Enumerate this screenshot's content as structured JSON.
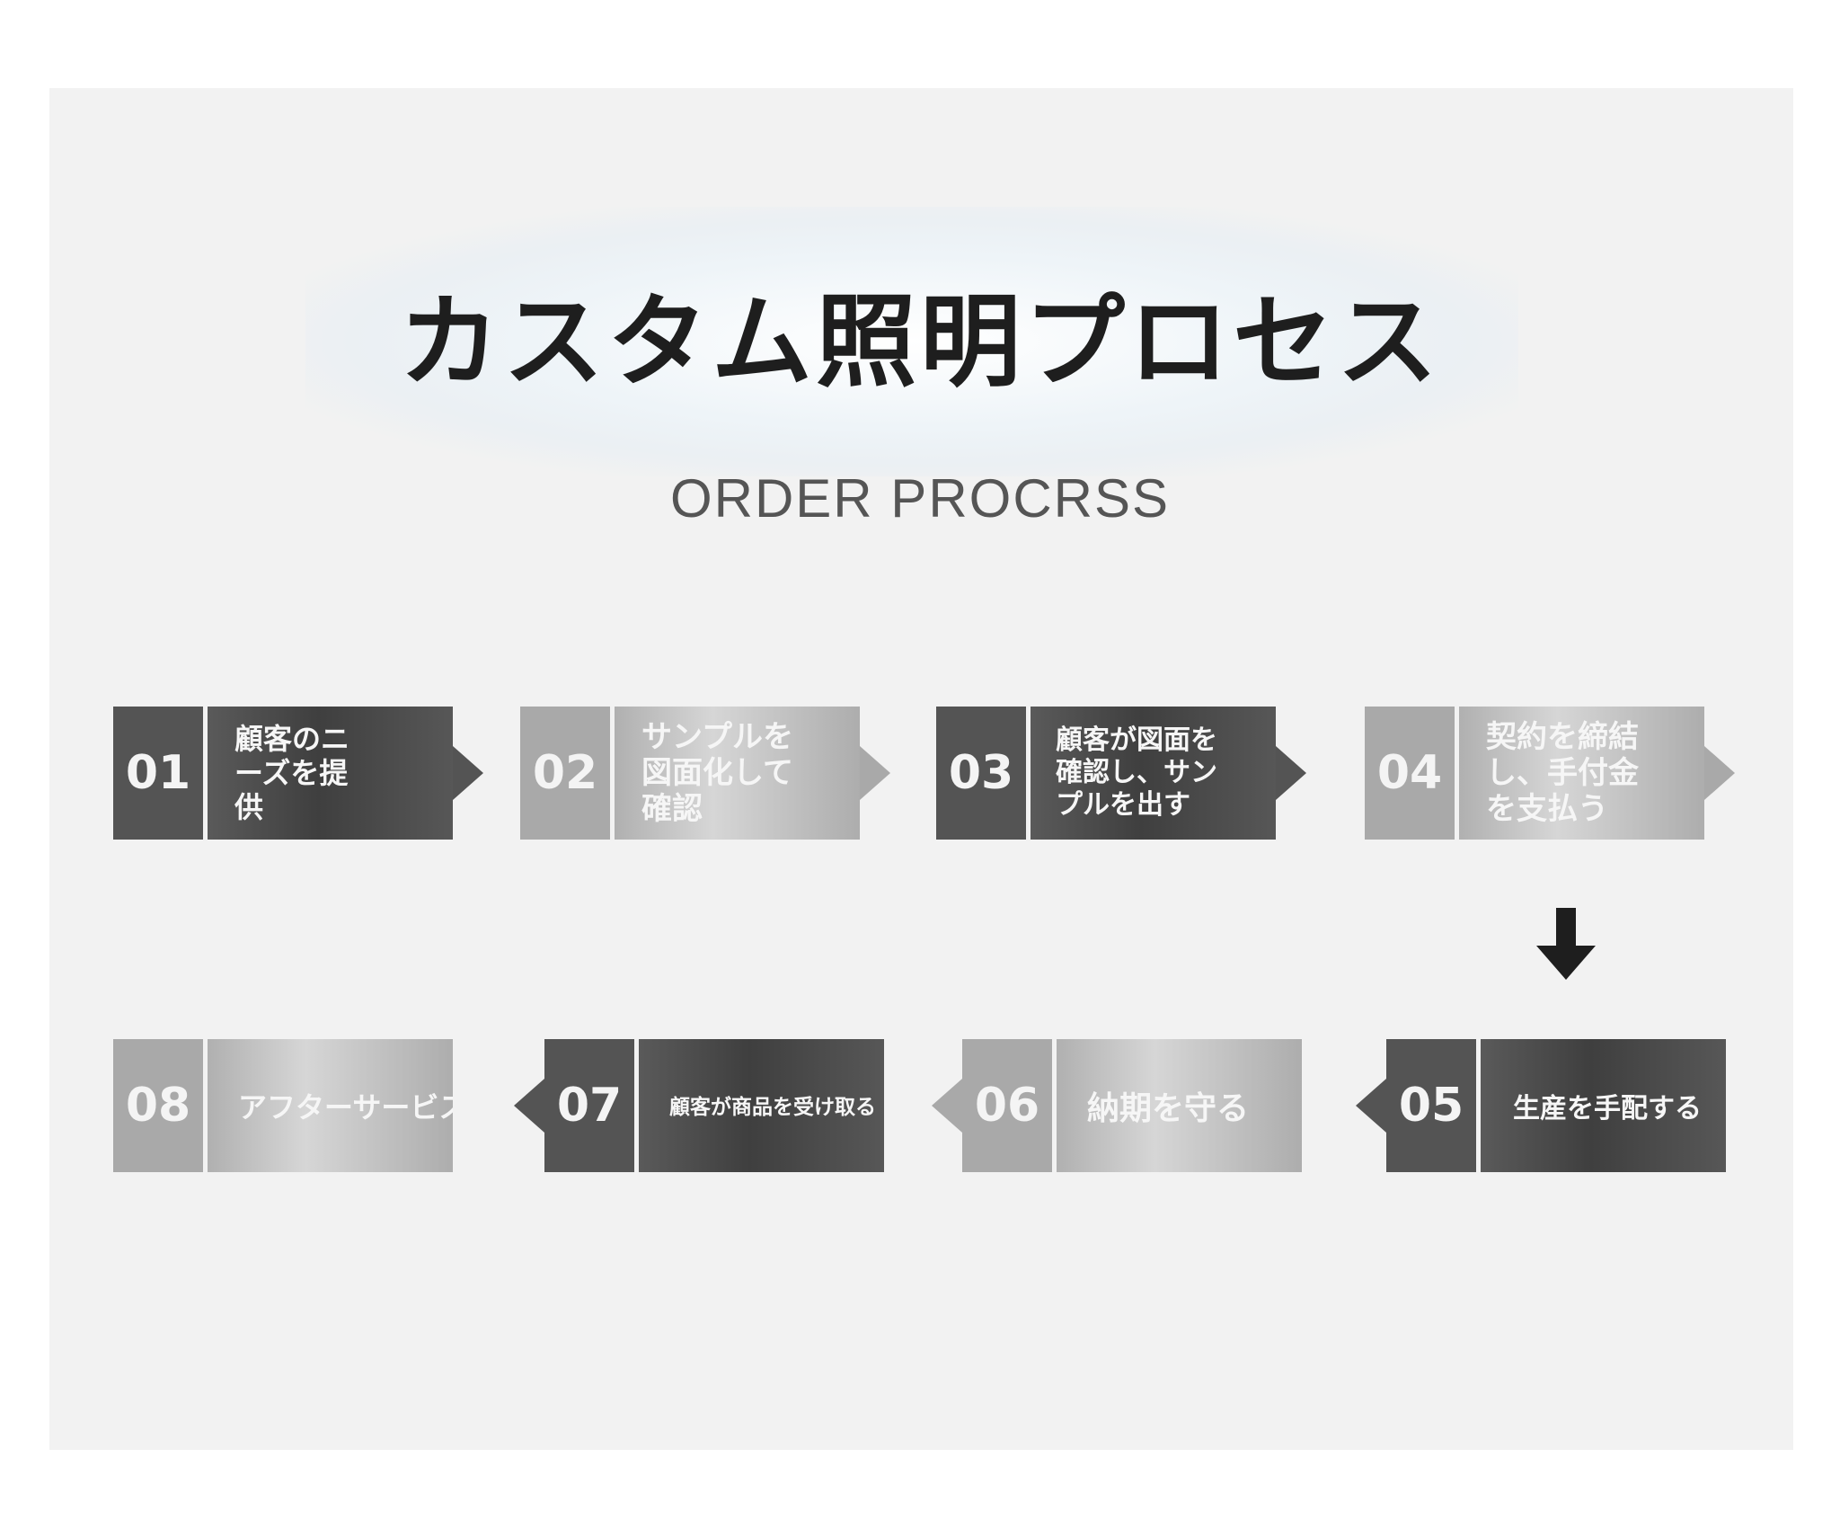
{
  "title": "カスタム照明プロセス",
  "subtitle": "ORDER PROCRSS",
  "steps": [
    {
      "number": "01",
      "label": "顧客のニーズを提供",
      "lines": [
        "顧客のニ",
        "ーズを提",
        "供"
      ]
    },
    {
      "number": "02",
      "label": "サンプルを図面化して確認",
      "lines": [
        "サンプルを",
        "図面化して",
        "確認"
      ]
    },
    {
      "number": "03",
      "label": "顧客が図面を確認し、サンプルを出す",
      "lines": [
        "顧客が図面を",
        "確認し、サン",
        "プルを出す"
      ]
    },
    {
      "number": "04",
      "label": "契約を締結し、手付金を支払う",
      "lines": [
        "契約を締結",
        "し、手付金",
        "を支払う"
      ]
    },
    {
      "number": "05",
      "label": "生産を手配する",
      "lines": [
        "生産を手配する"
      ]
    },
    {
      "number": "06",
      "label": "納期を守る",
      "lines": [
        "納期を守る"
      ]
    },
    {
      "number": "07",
      "label": "顧客が商品を受け取る",
      "lines": [
        "顧客が商品を受け取る"
      ]
    },
    {
      "number": "08",
      "label": "アフターサービス",
      "lines": [
        "アフターサービス"
      ]
    }
  ],
  "colors": {
    "dark": "#545454",
    "light": "#a9a9a9",
    "background": "#f2f2f2",
    "title": "#1e1e1e"
  },
  "icons": {
    "flow_down": "down-arrow-icon"
  }
}
